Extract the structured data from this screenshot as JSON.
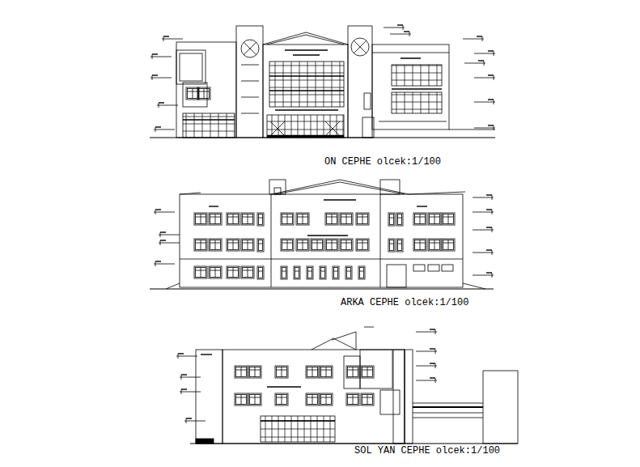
{
  "diagram": {
    "labels": [
      "ON CEPHE olcek:1/100",
      "ARKA CEPHE olcek:1/100",
      "SOL YAN CEPHE olcek:1/100"
    ]
  }
}
